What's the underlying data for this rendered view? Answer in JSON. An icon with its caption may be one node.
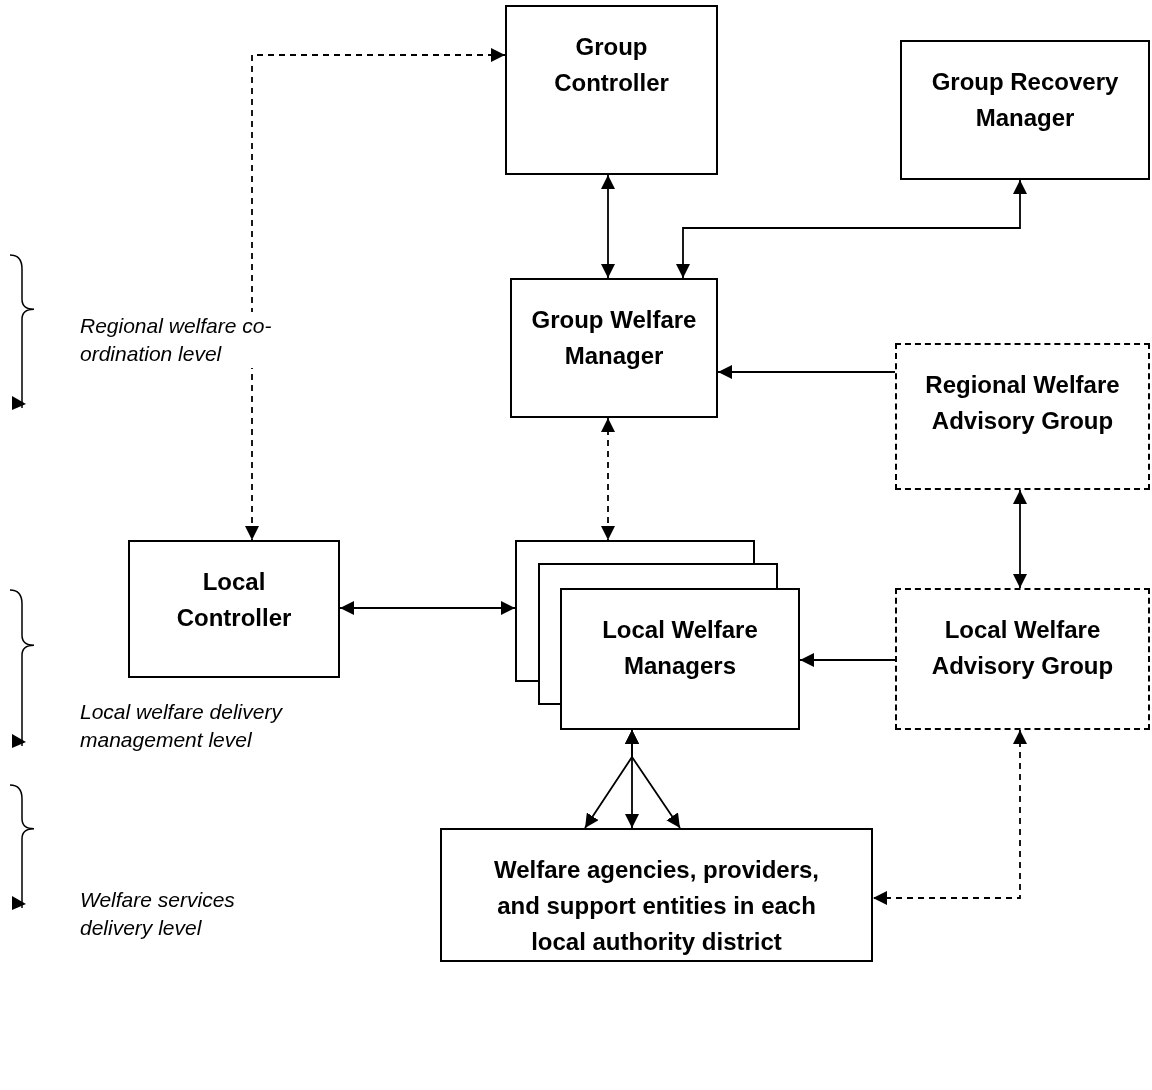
{
  "diagram": {
    "nodes": [
      {
        "text": [
          "Group Controller"
        ]
      },
      {
        "text": [
          "Group Recovery Manager"
        ]
      },
      {
        "text": [
          "Group Welfare Manager"
        ]
      },
      {
        "text": [
          "Regional Welfare Advisory Group"
        ]
      },
      {
        "text": [
          "Local Controller"
        ]
      },
      {
        "text": [
          "Local Welfare Managers"
        ]
      },
      {
        "text": [
          "Local Welfare Advisory Group"
        ]
      },
      {
        "text": [
          "Welfare agencies, providers, and support entities in each local authority district"
        ]
      }
    ],
    "edges": [
      {
        "from": 0,
        "to": 2,
        "arrow": "both"
      },
      {
        "from": 2,
        "to": 1,
        "arrow": "both"
      },
      {
        "from": 3,
        "to": 2,
        "arrow": "to"
      },
      {
        "from": 2,
        "to": 5,
        "arrow": "both",
        "style": "dashed"
      },
      {
        "from": 0,
        "to": 4,
        "arrow": "both",
        "style": "dashed"
      },
      {
        "from": 4,
        "to": 5,
        "arrow": "both"
      },
      {
        "from": 3,
        "to": 6,
        "arrow": "both"
      },
      {
        "from": 6,
        "to": 5,
        "arrow": "to"
      },
      {
        "from": 5,
        "to": 7,
        "arrow": "both"
      },
      {
        "from": 5,
        "to": 7,
        "arrow": "both"
      },
      {
        "from": 5,
        "to": 7,
        "arrow": "both"
      },
      {
        "from": 6,
        "to": 7,
        "arrow": "both",
        "style": "dashed"
      }
    ],
    "labels": [
      "Regional welfare co-ordination level",
      "Local welfare delivery management level",
      "Welfare services delivery level"
    ]
  }
}
